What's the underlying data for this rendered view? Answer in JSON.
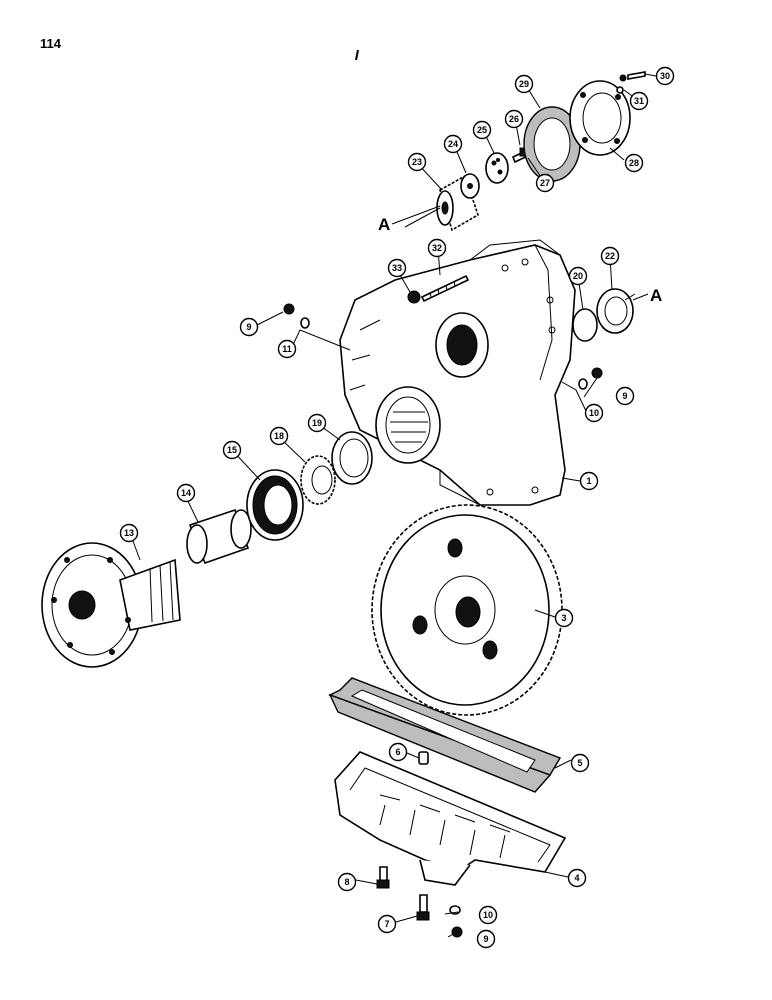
{
  "page": {
    "number": "114"
  },
  "refs": {
    "a_left": "A",
    "a_right": "A"
  },
  "callouts": {
    "c1": "1",
    "c3": "3",
    "c4": "4",
    "c5": "5",
    "c6": "6",
    "c7": "7",
    "c8": "8",
    "c9a": "9",
    "c9b": "9",
    "c9c": "9",
    "c10a": "10",
    "c10b": "10",
    "c11": "11",
    "c13": "13",
    "c14": "14",
    "c15": "15",
    "c18": "18",
    "c19": "19",
    "c20": "20",
    "c22": "22",
    "c23": "23",
    "c24": "24",
    "c25": "25",
    "c26": "26",
    "c27": "27",
    "c28": "28",
    "c29": "29",
    "c30": "30",
    "c31": "31",
    "c32": "32",
    "c33": "33"
  }
}
